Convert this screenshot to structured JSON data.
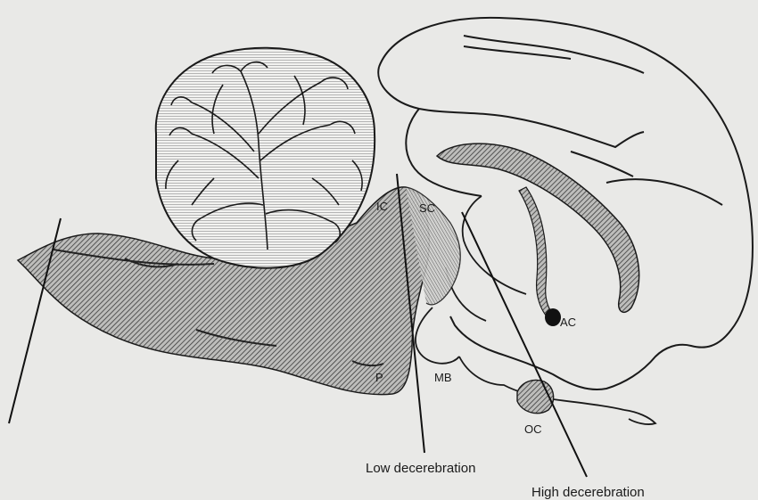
{
  "labels": {
    "ic": "IC",
    "sc": "SC",
    "ac": "AC",
    "mb": "MB",
    "p": "P",
    "oc": "OC",
    "low_cut": "Low decerebration",
    "high_cut": "High decerebration"
  }
}
